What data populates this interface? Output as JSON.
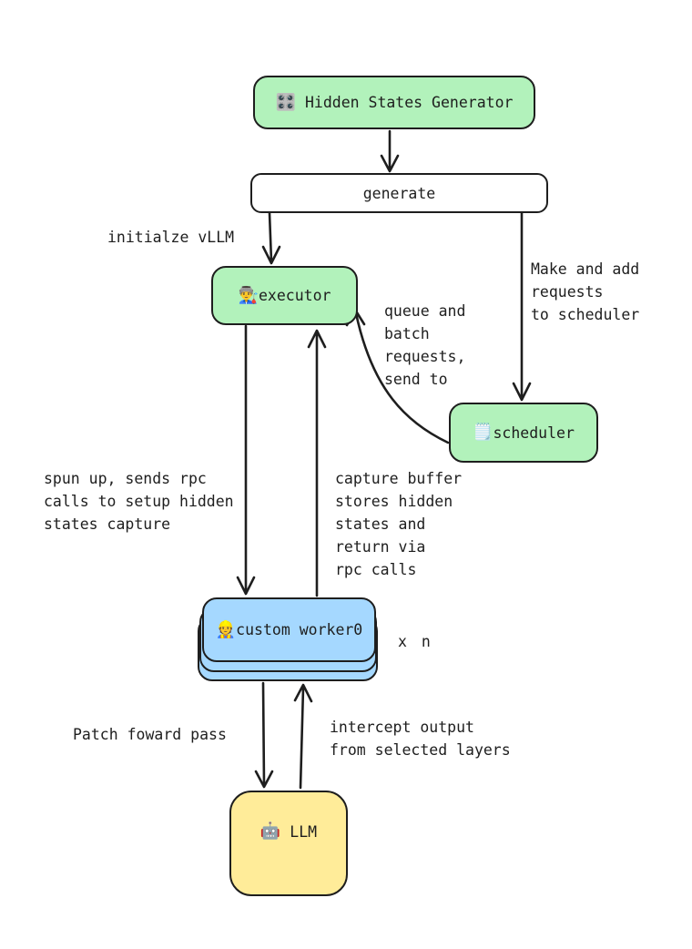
{
  "diagram": {
    "background": "#ffffff",
    "stroke_color": "#1e1e1e",
    "nodes": {
      "generator": {
        "icon": "🎛️",
        "label": "Hidden States Generator",
        "fill": "#b2f2bb"
      },
      "generate": {
        "label": "generate",
        "fill": "#ffffff"
      },
      "executor": {
        "icon": "👨‍🏭",
        "label": "executor",
        "fill": "#b2f2bb"
      },
      "scheduler": {
        "icon": "🗒️",
        "label": "scheduler",
        "fill": "#b2f2bb"
      },
      "worker": {
        "icon": "👷",
        "label": "custom worker0",
        "fill": "#a5d8ff",
        "multiplier": "x n"
      },
      "llm": {
        "icon": "🤖",
        "label": "LLM",
        "fill": "#ffec99"
      }
    },
    "edge_labels": {
      "initialize_vllm": "initialze vLLM",
      "make_requests": "Make and add\nrequests\nto scheduler",
      "queue_batch": "queue and\nbatch\nrequests,\nsend to",
      "spun_up": "spun up, sends rpc\ncalls to setup hidden\nstates capture",
      "capture_buffer": "capture buffer\nstores hidden\nstates and\nreturn via\nrpc calls",
      "patch_forward": "Patch foward pass",
      "intercept": "intercept output\nfrom selected layers"
    }
  }
}
